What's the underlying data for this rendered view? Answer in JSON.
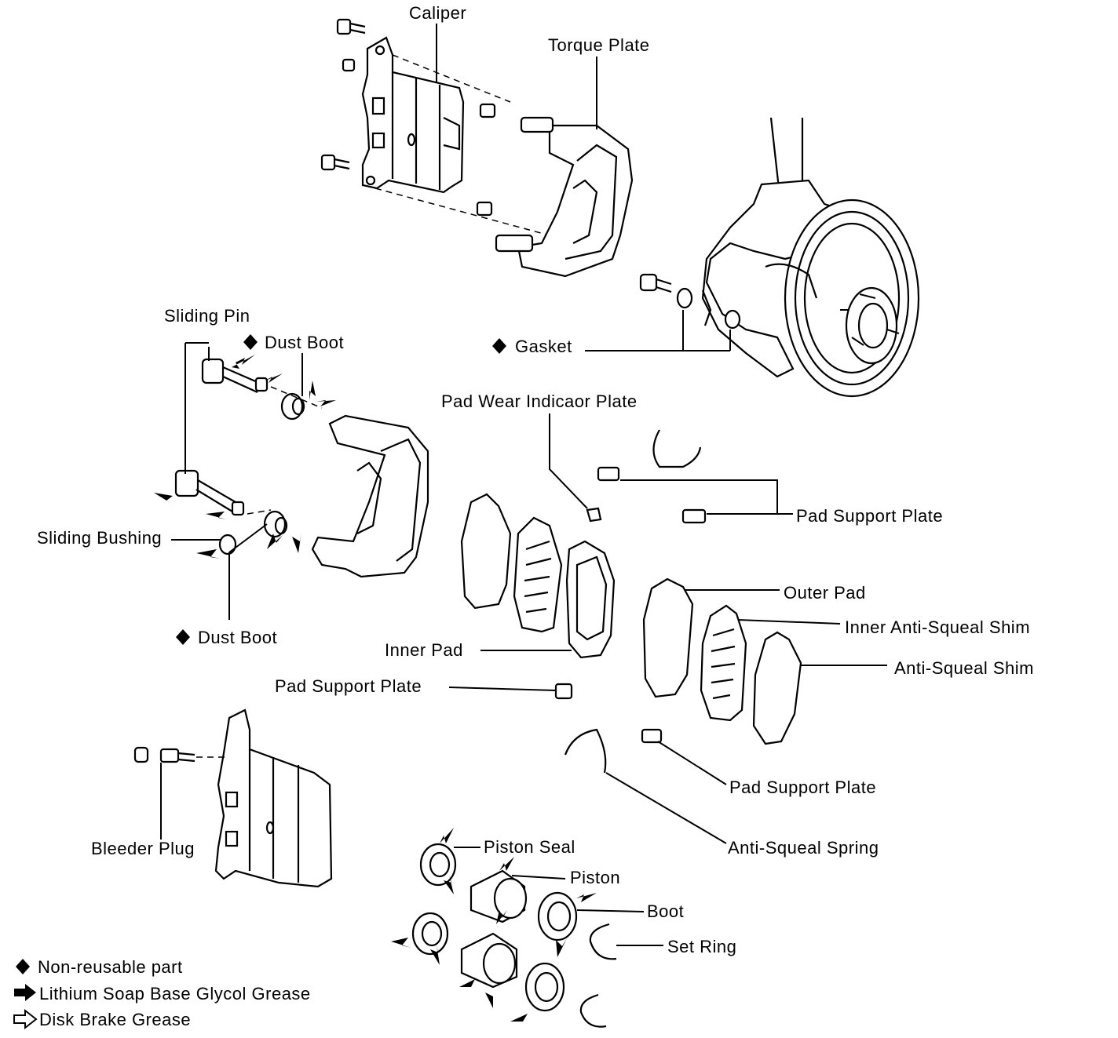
{
  "labels": {
    "caliper": "Caliper",
    "torque_plate": "Torque Plate",
    "sliding_pin": "Sliding Pin",
    "dust_boot_upper": "Dust Boot",
    "gasket": "Gasket",
    "pad_wear_indicator_plate": "Pad Wear Indicaor Plate",
    "pad_support_plate_upper": "Pad Support Plate",
    "sliding_bushing": "Sliding Bushing",
    "outer_pad": "Outer Pad",
    "inner_anti_squeal_shim": "Inner Anti-Squeal Shim",
    "anti_squeal_shim": "Anti-Squeal Shim",
    "dust_boot_lower": "Dust Boot",
    "inner_pad": "Inner Pad",
    "pad_support_plate_middle": "Pad Support Plate",
    "pad_support_plate_lower": "Pad Support Plate",
    "bleeder_plug": "Bleeder Plug",
    "anti_squeal_spring": "Anti-Squeal Spring",
    "piston_seal": "Piston Seal",
    "piston": "Piston",
    "boot": "Boot",
    "set_ring": "Set Ring"
  },
  "legend": {
    "non_reusable": "Non-reusable part",
    "lithium_grease": "Lithium Soap Base Glycol Grease",
    "disk_brake_grease": "Disk Brake Grease"
  },
  "icons": {
    "non_reusable": "diamond-icon",
    "lithium_grease": "filled-arrow-icon",
    "disk_brake_grease": "outline-arrow-icon"
  }
}
